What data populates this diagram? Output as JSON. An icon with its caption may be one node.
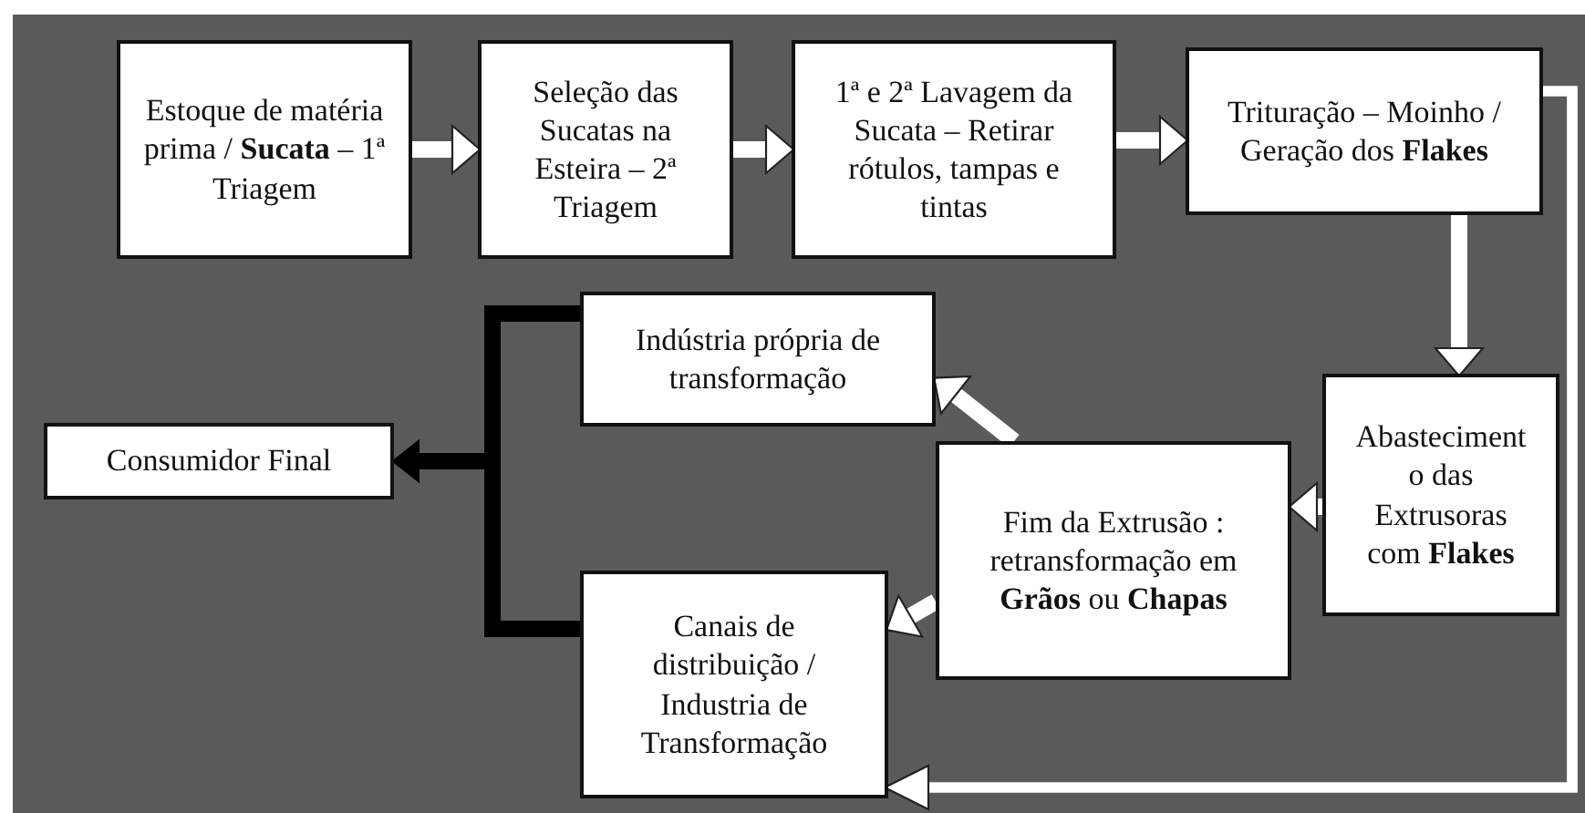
{
  "diagram": {
    "nodes": [
      {
        "text": [
          "Estoque de matéria prima / **Sucata** – 1ª Triagem"
        ]
      },
      {
        "text": [
          "Seleção das Sucatas na Esteira – 2ª Triagem"
        ]
      },
      {
        "text": [
          "1ª e 2ª Lavagem da Sucata – Retirar rótulos, tampas e tintas"
        ]
      },
      {
        "text": [
          "Trituração – Moinho / Geração dos **Flakes**"
        ]
      },
      {
        "text": [
          "Indústria própria de transformação"
        ]
      },
      {
        "text": [
          "Consumidor Final"
        ]
      },
      {
        "text": [
          "Fim da Extrusão : retransformação em **Grãos** ou **Chapas**"
        ]
      },
      {
        "text": [
          "Abasteciment o das Extrusoras com **Flakes**"
        ]
      },
      {
        "text": [
          "Canais de distribuição / Industria de Transformação"
        ]
      }
    ],
    "edges": [
      {
        "from": 0,
        "to": 1,
        "arrow": "to"
      },
      {
        "from": 1,
        "to": 2,
        "arrow": "to"
      },
      {
        "from": 2,
        "to": 3,
        "arrow": "to"
      },
      {
        "from": 3,
        "to": 7,
        "arrow": "to"
      },
      {
        "from": 7,
        "to": 6,
        "arrow": "to"
      },
      {
        "from": 6,
        "to": 4,
        "arrow": "to"
      },
      {
        "from": 6,
        "to": 8,
        "arrow": "to"
      },
      {
        "from": 3,
        "to": 8,
        "arrow": "to"
      },
      {
        "from": 4,
        "to": 5,
        "arrow": "to",
        "color": "#000000"
      },
      {
        "from": 8,
        "to": 5,
        "arrow": "to",
        "color": "#000000"
      }
    ]
  }
}
